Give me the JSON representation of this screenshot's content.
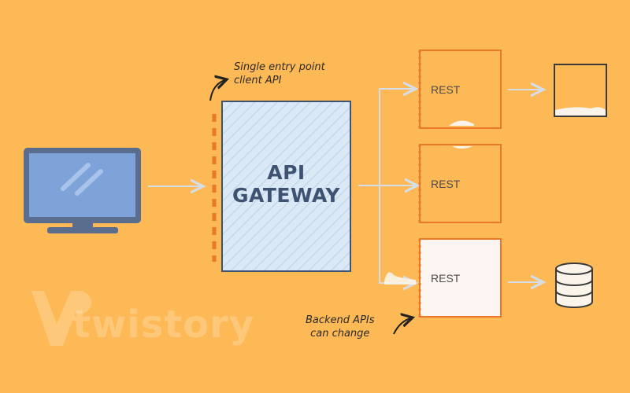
{
  "gateway": {
    "line1": "API",
    "line2": "GATEWAY"
  },
  "services": [
    {
      "label": "REST",
      "backend": "box-icon"
    },
    {
      "label": "REST",
      "backend": "none"
    },
    {
      "label": "REST",
      "backend": "database-icon"
    }
  ],
  "notes": {
    "entry_line1": "Single entry point",
    "entry_line2": "client API",
    "backend_line1": "Backend APIs",
    "backend_line2": "can change"
  },
  "watermark": "twistory",
  "colors": {
    "background": "#fdb955",
    "accent_orange": "#e8792b",
    "gateway_fill": "#dbe9f6",
    "gateway_border": "#3e5272",
    "monitor": "#7ea3d8",
    "monitor_frame": "#5a6d8f",
    "connector": "#d7dde6"
  }
}
